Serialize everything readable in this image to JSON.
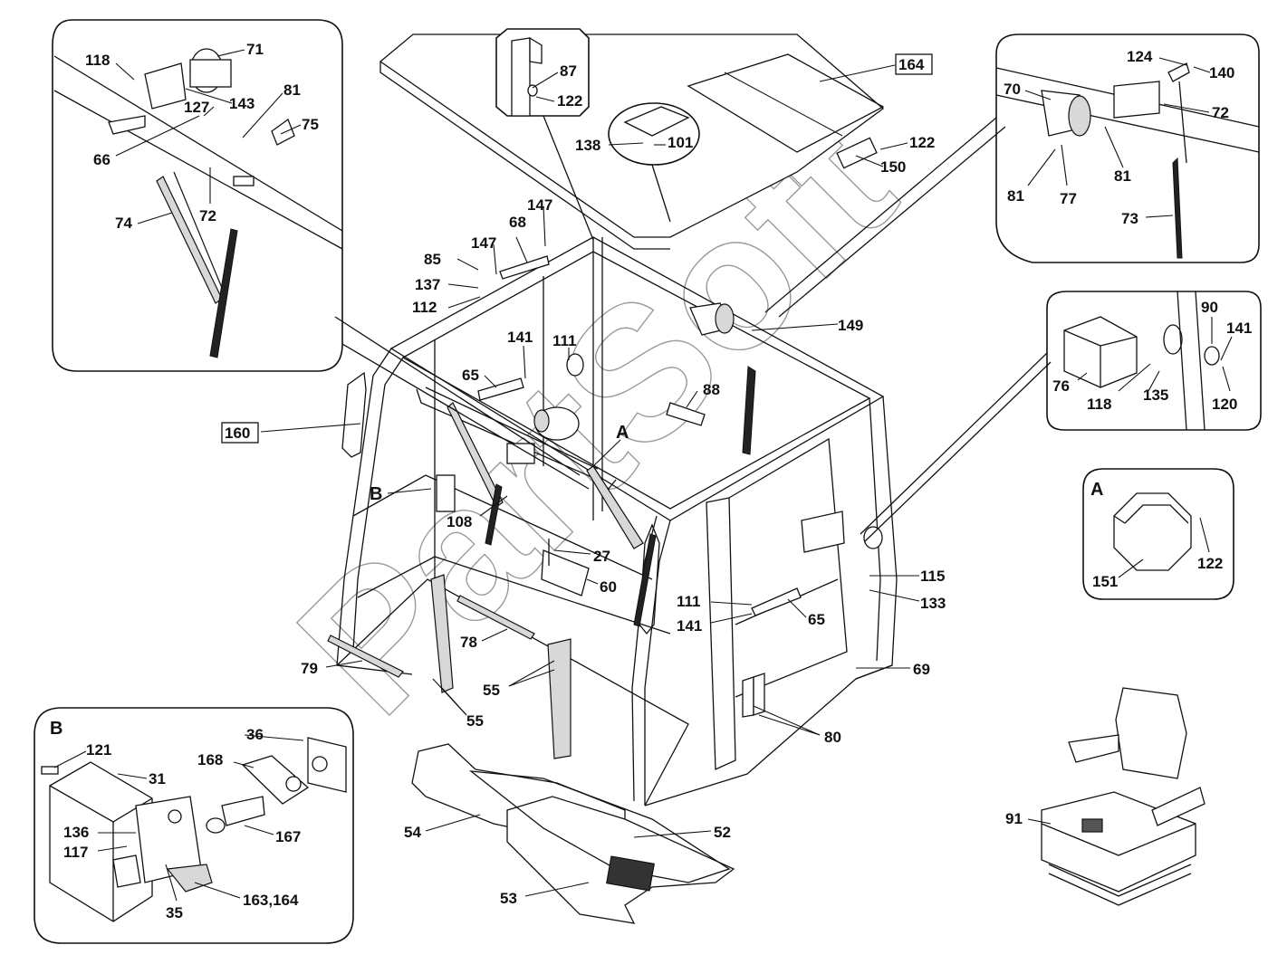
{
  "watermark": "PartSoft",
  "labels": {
    "l118a": "118",
    "l71": "71",
    "l143": "143",
    "l127": "127",
    "l81a": "81",
    "l75": "75",
    "l66": "66",
    "l74": "74",
    "l72a": "72",
    "l87": "87",
    "l122a": "122",
    "l138": "138",
    "l101": "101",
    "l164": "164",
    "l122b": "122",
    "l150": "150",
    "l124": "124",
    "l140": "140",
    "l70": "70",
    "l72b": "72",
    "l81b": "81",
    "l81c": "81",
    "l77": "77",
    "l73": "73",
    "l147a": "147",
    "l68": "68",
    "l147b": "147",
    "l85": "85",
    "l137": "137",
    "l112": "112",
    "l149": "149",
    "l141a": "141",
    "l111a": "111",
    "l65a": "65",
    "l88": "88",
    "l160": "160",
    "lA": "A",
    "lB": "B",
    "l108": "108",
    "l27": "27",
    "l60": "60",
    "l90": "90",
    "l141b": "141",
    "l76": "76",
    "l118b": "118",
    "l135": "135",
    "l120": "120",
    "lAdet": "A",
    "l151": "151",
    "l122c": "122",
    "l115": "115",
    "l133": "133",
    "l111b": "111",
    "l141c": "141",
    "l65b": "65",
    "l69": "69",
    "l79": "79",
    "l78": "78",
    "l55a": "55",
    "l55b": "55",
    "l80": "80",
    "lBdet": "B",
    "l121": "121",
    "l31": "31",
    "l36": "36",
    "l168": "168",
    "l136": "136",
    "l117": "117",
    "l167": "167",
    "l35": "35",
    "l163164": "163,164",
    "l54": "54",
    "l52": "52",
    "l53": "53",
    "l91": "91"
  }
}
